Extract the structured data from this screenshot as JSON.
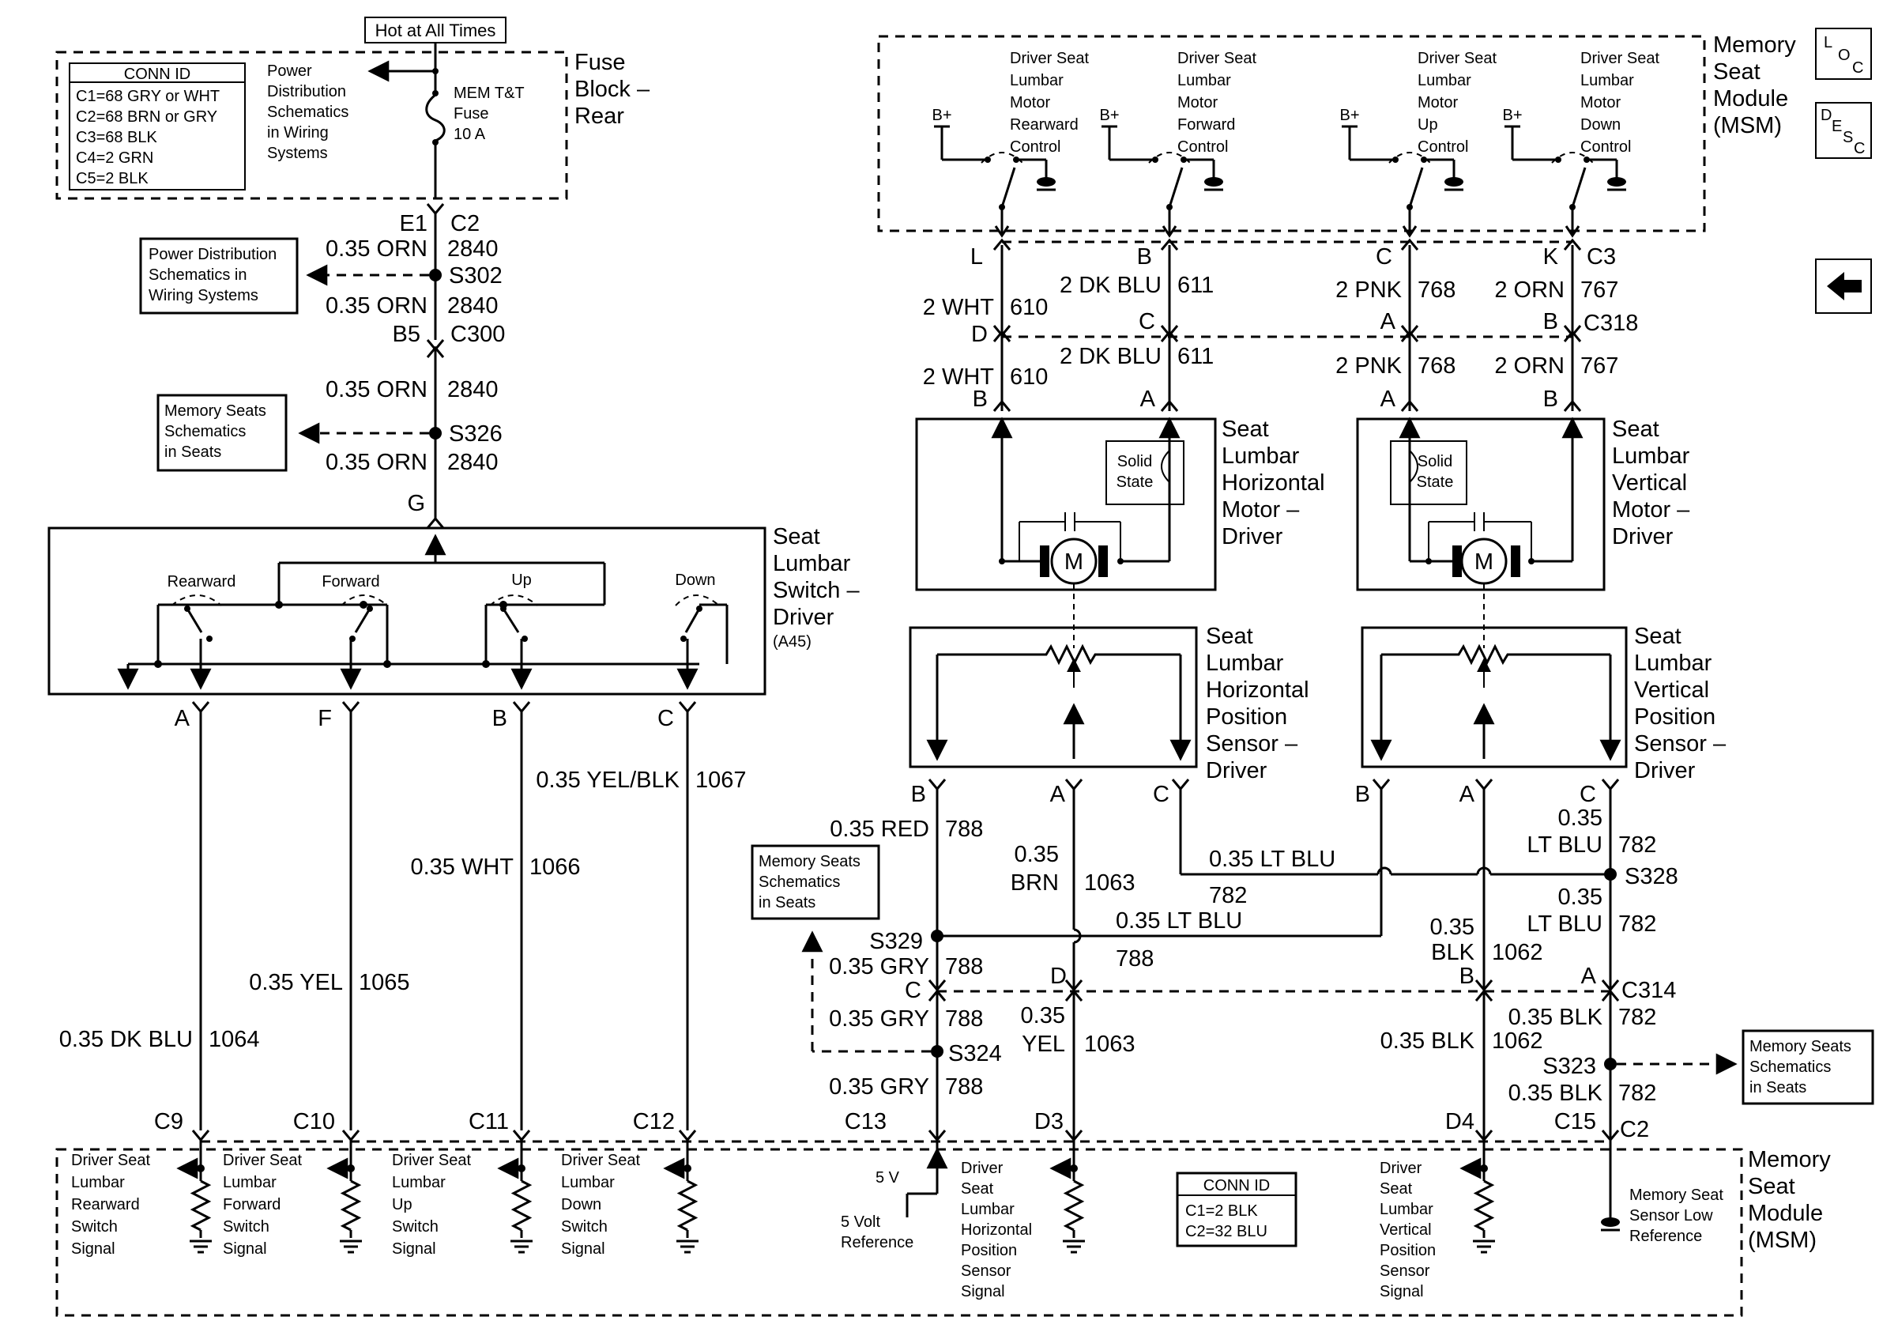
{
  "fuse_block": {
    "hot_label": "Hot at All Times",
    "title": [
      "Fuse",
      "Block –",
      "Rear"
    ],
    "fuse": [
      "MEM T&T",
      "Fuse",
      "10 A"
    ],
    "power_ref": [
      "Power",
      "Distribution",
      "Schematics",
      "in Wiring",
      "Systems"
    ],
    "conn_id": {
      "title": "CONN ID",
      "rows": [
        "C1=68 GRY or WHT",
        "C2=68 BRN or GRY",
        "C3=68 BLK",
        "C4=2 GRN",
        "C5=2 BLK"
      ]
    },
    "pins": [
      "E1",
      "C2"
    ]
  },
  "power_ref_box": [
    "Power Distribution",
    "Schematics in",
    "Wiring Systems"
  ],
  "memory_seats_ref": [
    "Memory Seats",
    "Schematics",
    "in Seats"
  ],
  "left_wires": {
    "w1": [
      "0.35 ORN",
      "2840"
    ],
    "s302": "S302",
    "w2": [
      "0.35 ORN",
      "2840"
    ],
    "c300": [
      "B5",
      "C300"
    ],
    "w3": [
      "0.35 ORN",
      "2840"
    ],
    "s326": "S326",
    "w4": [
      "0.35 ORN",
      "2840"
    ],
    "g": "G"
  },
  "switch": {
    "title": [
      "Seat",
      "Lumbar",
      "Switch –",
      "Driver"
    ],
    "part": "(A45)",
    "labels": [
      "Rearward",
      "Forward",
      "Up",
      "Down"
    ],
    "pins": [
      "A",
      "F",
      "B",
      "C"
    ]
  },
  "switch_wires": [
    {
      "color": "0.35 DK BLU",
      "circuit": "1064",
      "pin": "C9"
    },
    {
      "color": "0.35  YEL",
      "circuit": "1065",
      "pin": "C10"
    },
    {
      "color": "0.35 WHT",
      "circuit": "1066",
      "pin": "C11"
    },
    {
      "color": "0.35 YEL/BLK",
      "circuit": "1067",
      "pin": "C12"
    }
  ],
  "msm_top": {
    "title": [
      "Memory",
      "Seat",
      "Module",
      "(MSM)"
    ],
    "b_plus": "B+",
    "controls": [
      [
        "Driver Seat",
        "Lumbar",
        "Motor",
        "Rearward",
        "Control"
      ],
      [
        "Driver Seat",
        "Lumbar",
        "Motor",
        "Forward",
        "Control"
      ],
      [
        "Driver Seat",
        "Lumbar",
        "Motor",
        "Up",
        "Control"
      ],
      [
        "Driver Seat",
        "Lumbar",
        "Motor",
        "Down",
        "Control"
      ]
    ],
    "pins": [
      "L",
      "B",
      "C",
      "K"
    ],
    "connector": "C3"
  },
  "motor_wires": [
    {
      "upper": [
        "2 WHT",
        "610"
      ],
      "c318_pin": "D",
      "lower": [
        "2 WHT",
        "610"
      ],
      "motor_pin": "B"
    },
    {
      "upper": [
        "2 DK BLU",
        "611"
      ],
      "c318_pin": "C",
      "lower": [
        "2 DK BLU",
        "611"
      ],
      "motor_pin": "A"
    },
    {
      "upper": [
        "2 PNK",
        "768"
      ],
      "c318_pin": "A",
      "lower": [
        "2 PNK",
        "768"
      ],
      "motor_pin": "A"
    },
    {
      "upper": [
        "2 ORN",
        "767"
      ],
      "c318_pin": "B",
      "lower": [
        "2 ORN",
        "767"
      ],
      "motor_pin": "B"
    }
  ],
  "c318": "C318",
  "motors": [
    {
      "title": [
        "Seat",
        "Lumbar",
        "Horizontal",
        "Motor –",
        "Driver"
      ],
      "solid_state": [
        "Solid",
        "State"
      ],
      "m": "M"
    },
    {
      "title": [
        "Seat",
        "Lumbar",
        "Vertical",
        "Motor –",
        "Driver"
      ],
      "solid_state": [
        "Solid",
        "State"
      ],
      "m": "M"
    }
  ],
  "sensors": [
    {
      "title": [
        "Seat",
        "Lumbar",
        "Horizontal",
        "Position",
        "Sensor –",
        "Driver"
      ],
      "pins": [
        "B",
        "A",
        "C"
      ]
    },
    {
      "title": [
        "Seat",
        "Lumbar",
        "Vertical",
        "Position",
        "Sensor –",
        "Driver"
      ],
      "pins": [
        "B",
        "A",
        "C"
      ]
    }
  ],
  "sensor_wires": {
    "red": [
      "0.35 RED",
      "788"
    ],
    "brn": [
      "0.35",
      "BRN",
      "1063"
    ],
    "ltblu_top": [
      "0.35 LT BLU",
      "782"
    ],
    "ltblu_mid": [
      "0.35 LT BLU",
      "788"
    ],
    "ltblu_c1": [
      "0.35",
      "LT BLU",
      "782"
    ],
    "s328": "S328",
    "ltblu_c2": [
      "0.35",
      "LT BLU",
      "782"
    ],
    "blk_upper": [
      "0.35",
      "BLK",
      "1062"
    ],
    "s329": "S329",
    "gry1": [
      "0.35 GRY",
      "788"
    ],
    "c314_pins": [
      "C",
      "D",
      "B",
      "A"
    ],
    "c314": "C314",
    "gry2": [
      "0.35 GRY",
      "788"
    ],
    "yel": [
      "0.35",
      "YEL",
      "1063"
    ],
    "blk_lower": [
      "0.35 BLK",
      "1062"
    ],
    "blk782_1": [
      "0.35 BLK",
      "782"
    ],
    "s324": "S324",
    "s323": "S323",
    "gry3": [
      "0.35 GRY",
      "788"
    ],
    "blk782_2": [
      "0.35 BLK",
      "782"
    ]
  },
  "msm_bottom": {
    "pins": [
      "C9",
      "C10",
      "C11",
      "C12",
      "C13",
      "D3",
      "D4",
      "C15",
      "C2"
    ],
    "signals": [
      [
        "Driver Seat",
        "Lumbar",
        "Rearward",
        "Switch",
        "Signal"
      ],
      [
        "Driver Seat",
        "Lumbar",
        "Forward",
        "Switch",
        "Signal"
      ],
      [
        "Driver Seat",
        "Lumbar",
        "Up",
        "Switch",
        "Signal"
      ],
      [
        "Driver Seat",
        "Lumbar",
        "Down",
        "Switch",
        "Signal"
      ]
    ],
    "five_v": "5 V",
    "five_v_ref": [
      "5 Volt",
      "Reference"
    ],
    "horiz_signal": [
      "Driver",
      "Seat",
      "Lumbar",
      "Horizontal",
      "Position",
      "Sensor",
      "Signal"
    ],
    "vert_signal": [
      "Driver",
      "Seat",
      "Lumbar",
      "Vertical",
      "Position",
      "Sensor",
      "Signal"
    ],
    "low_ref": [
      "Memory Seat",
      "Sensor Low",
      "Reference"
    ],
    "conn_id": {
      "title": "CONN ID",
      "rows": [
        "C1=2 BLK",
        "C2=32 BLU"
      ]
    },
    "title": [
      "Memory",
      "Seat",
      "Module",
      "(MSM)"
    ]
  },
  "nav": {
    "loc": [
      "L",
      "O",
      "C"
    ],
    "desc": [
      "D",
      "E",
      "S",
      "C"
    ],
    "back_icon": "left-arrow-icon"
  }
}
